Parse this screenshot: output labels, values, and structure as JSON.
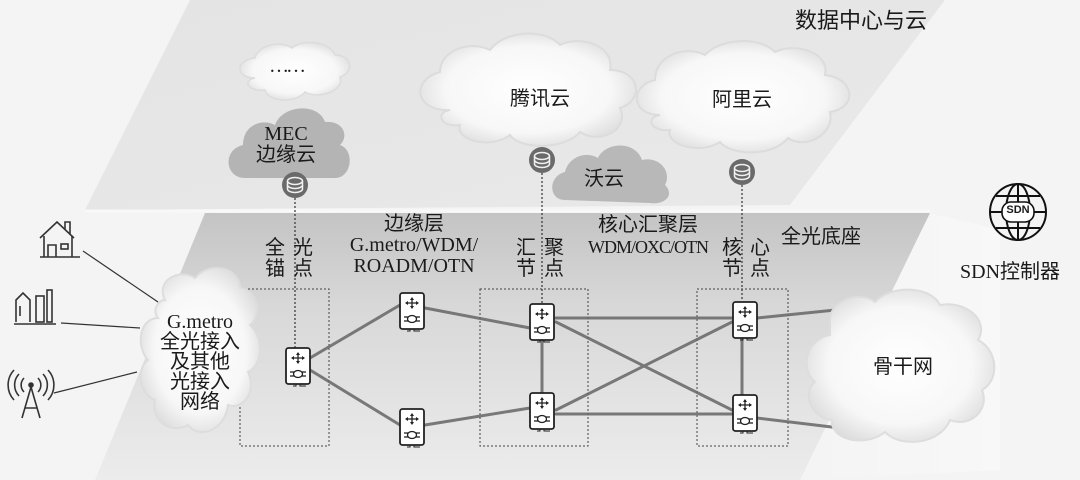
{
  "layers": {
    "top": {
      "title": "数据中心与云"
    },
    "bottom": {
      "title": "全光底座"
    }
  },
  "clouds": {
    "more": {
      "label": "……"
    },
    "tencent": {
      "label": "腾讯云"
    },
    "ali": {
      "label": "阿里云"
    },
    "wo": {
      "label": "沃云"
    },
    "mec": {
      "line1": "MEC",
      "line2": "边缘云"
    },
    "access": {
      "lines": [
        "G.metro",
        "全光接入",
        "及其他",
        "光接入",
        "网络"
      ]
    },
    "backbone": {
      "label": "骨干网"
    }
  },
  "zones": {
    "anchor": {
      "col1": [
        "全",
        "锚"
      ],
      "col2": [
        "光",
        "点"
      ]
    },
    "edge": {
      "line1": "边缘层",
      "line2": "G.metro/WDM/",
      "line3": "ROADM/OTN"
    },
    "aggregation": {
      "col1": [
        "汇",
        "节"
      ],
      "col2": [
        "聚",
        "点"
      ]
    },
    "core_layer": {
      "line1": "核心汇聚层",
      "line2": "WDM/OXC/OTN"
    },
    "core": {
      "col1": [
        "核",
        "节"
      ],
      "col2": [
        "心",
        "点"
      ]
    }
  },
  "sdn": {
    "badge": "SDN",
    "label": "SDN控制器"
  },
  "endpoints": [
    "home-icon",
    "building-icon",
    "antenna-icon"
  ],
  "colors": {
    "top_plane": "#e6e6e6",
    "bottom_plane": "#cfcfcf",
    "cloud_dark": "#b4b4b4",
    "cloud_light": "#ffffff",
    "server_disc": "#6e6e6e",
    "line": "#555555"
  }
}
